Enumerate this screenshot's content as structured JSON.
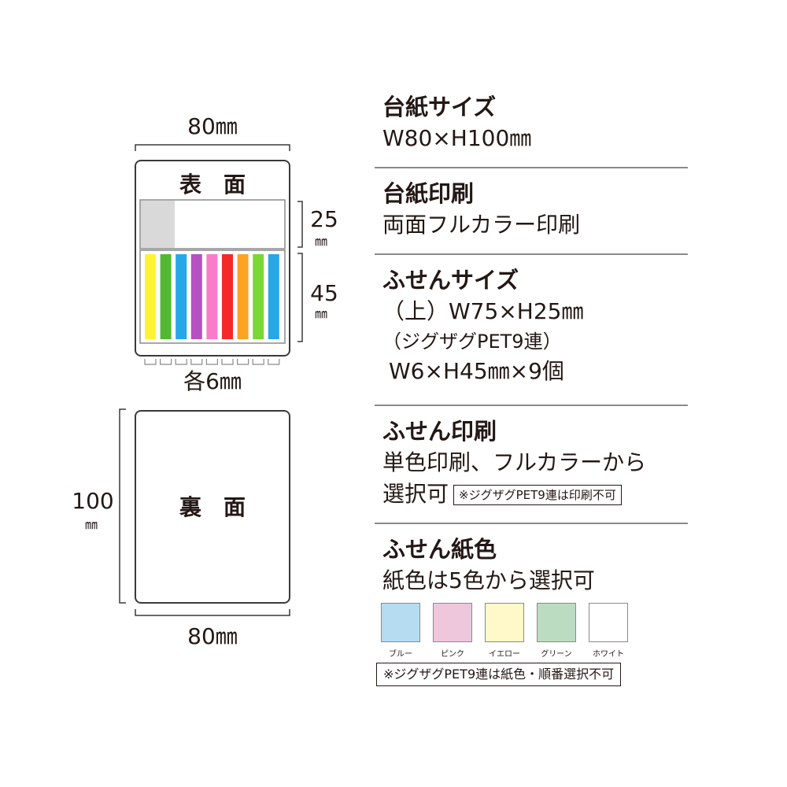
{
  "diagram": {
    "dim_top_width": "80㎜",
    "front_label": "表　面",
    "dim_25": "25",
    "dim_25_unit": "㎜",
    "dim_45": "45",
    "dim_45_unit": "㎜",
    "dim_each": "各6㎜",
    "back_label": "裏　面",
    "dim_100": "100",
    "dim_100_unit": "㎜",
    "dim_bottom_width": "80㎜",
    "colors": {
      "zigzag": [
        "#fff333",
        "#52b832",
        "#26a7e8",
        "#b651c1",
        "#f97ccb",
        "#f42a2a",
        "#ffa224",
        "#7ad734",
        "#26a7e8"
      ],
      "tab_placeholder": "#d9d9d9",
      "outline": "#3a3a3a"
    }
  },
  "specs": {
    "board_size": {
      "heading": "台紙サイズ",
      "value": "W80×H100㎜"
    },
    "board_print": {
      "heading": "台紙印刷",
      "value": "両面フルカラー印刷"
    },
    "sticky_size": {
      "heading": "ふせんサイズ",
      "line1": "（上）W75×H25㎜",
      "line2": "（ジグザグPET9連）",
      "line3": "W6×H45㎜×9個"
    },
    "sticky_print": {
      "heading": "ふせん印刷",
      "line1": "単色印刷、フルカラーから",
      "line2": "選択可",
      "note": "※ジグザグPET9連は印刷不可"
    },
    "sticky_paper": {
      "heading": "ふせん紙色",
      "value": "紙色は5色から選択可",
      "swatches": [
        {
          "name": "ブルー",
          "color": "#b6dcf2"
        },
        {
          "name": "ピンク",
          "color": "#eec7dd"
        },
        {
          "name": "イエロー",
          "color": "#fff9c9"
        },
        {
          "name": "グリーン",
          "color": "#bcdcc1"
        },
        {
          "name": "ホワイト",
          "color": "#ffffff"
        }
      ],
      "note": "※ジグザグPET9連は紙色・順番選択不可"
    }
  }
}
